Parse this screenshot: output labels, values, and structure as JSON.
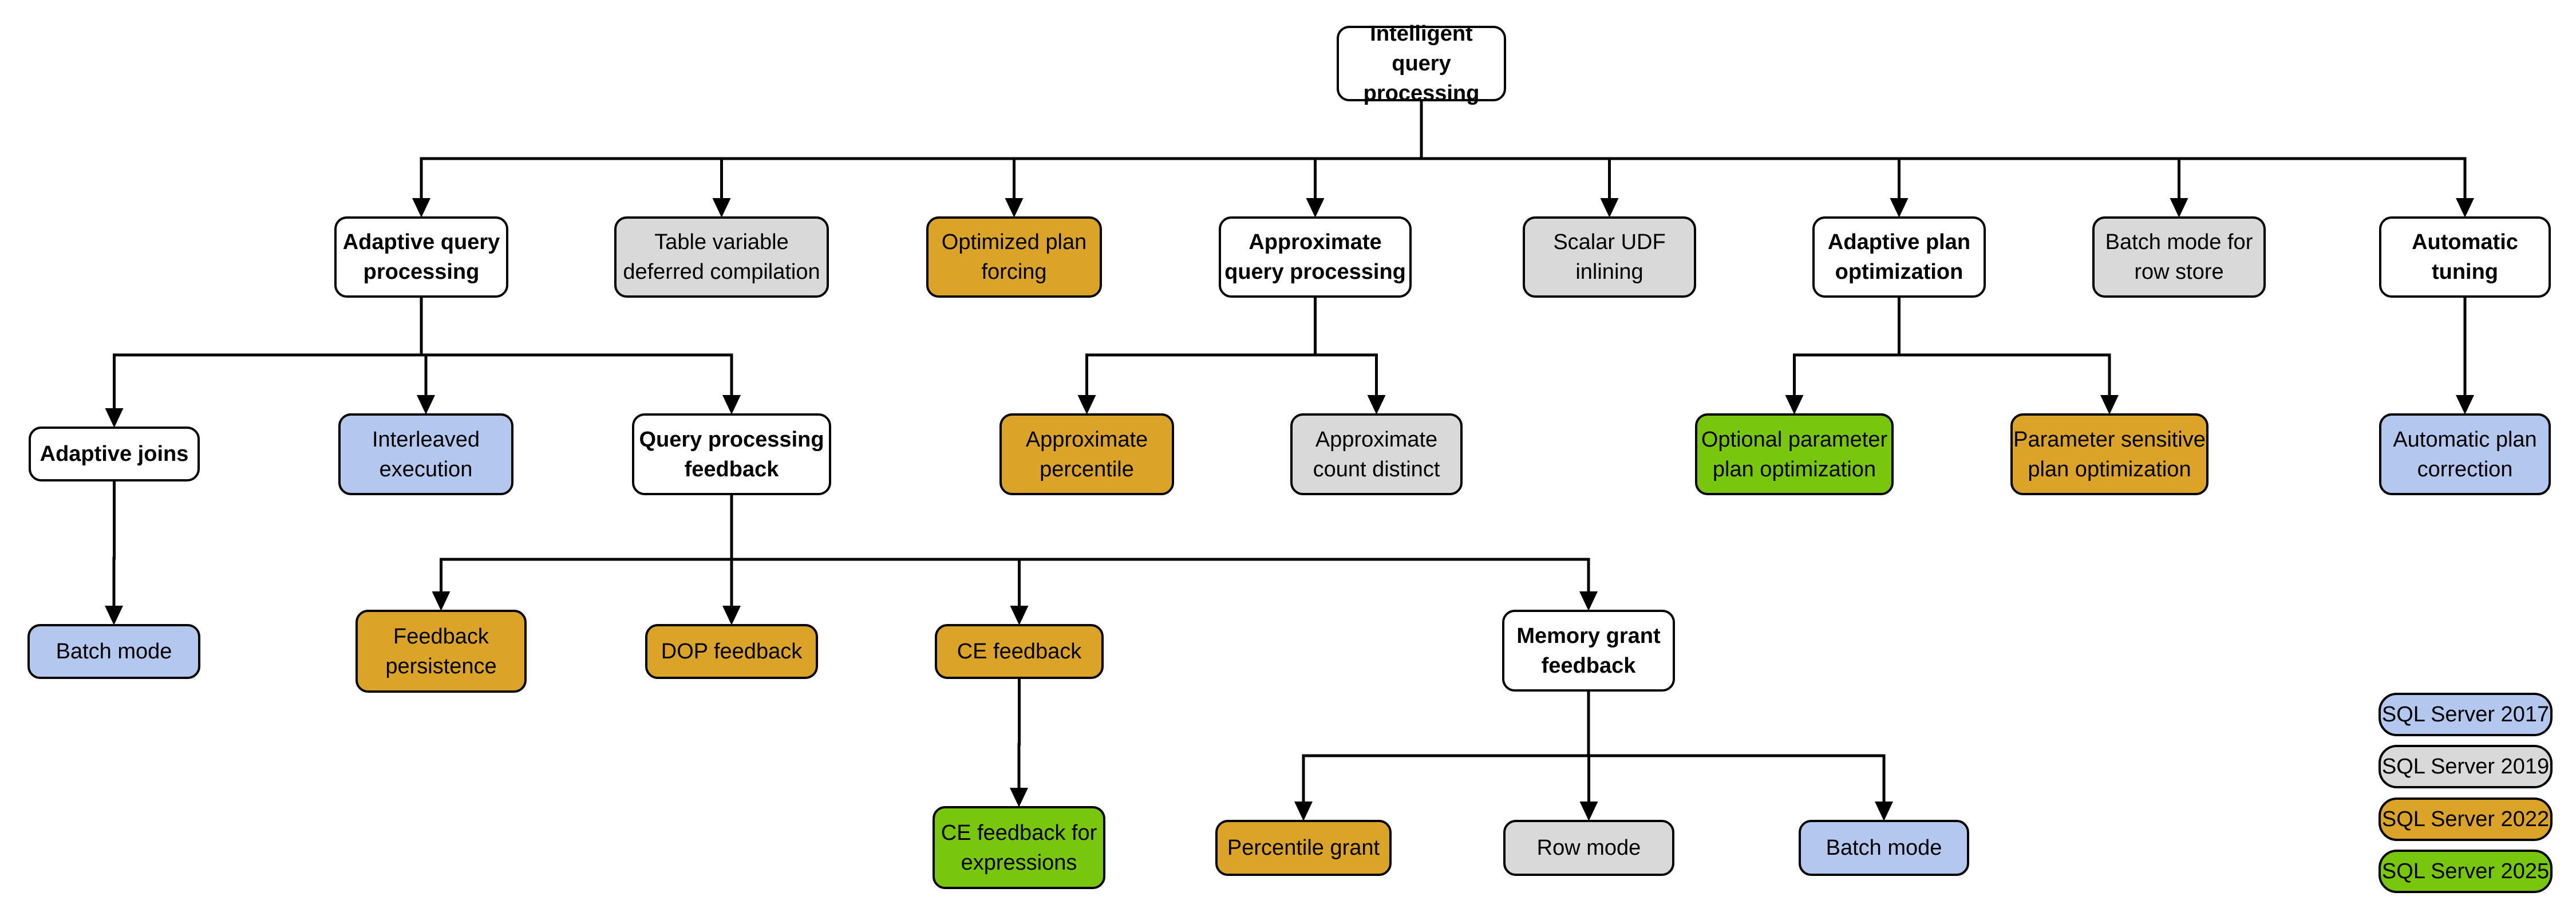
{
  "colors": {
    "sql2017_blue": "#b4c7ee",
    "sql2019_gray": "#d9d9d9",
    "sql2022_gold": "#dba428",
    "sql2025_green": "#78c60d",
    "node_white": "#ffffff",
    "line_black": "#000000"
  },
  "nodes": [
    {
      "id": "intelligent-query-processing",
      "label": "Intelligent query\nprocessing",
      "version": "none"
    },
    {
      "id": "adaptive-query-processing",
      "label": "Adaptive query\nprocessing",
      "version": "none"
    },
    {
      "id": "table-variable-deferred-compilation",
      "label": "Table variable\ndeferred compilation",
      "version": "2019"
    },
    {
      "id": "optimized-plan-forcing",
      "label": "Optimized plan\nforcing",
      "version": "2022"
    },
    {
      "id": "approximate-query-processing",
      "label": "Approximate\nquery processing",
      "version": "none"
    },
    {
      "id": "scalar-udf-inlining",
      "label": "Scalar UDF\ninlining",
      "version": "2019"
    },
    {
      "id": "adaptive-plan-optimization",
      "label": "Adaptive plan\noptimization",
      "version": "none"
    },
    {
      "id": "batch-mode-for-row-store",
      "label": "Batch mode for\nrow store",
      "version": "2019"
    },
    {
      "id": "automatic-tuning",
      "label": "Automatic\ntuning",
      "version": "none"
    },
    {
      "id": "adaptive-joins",
      "label": "Adaptive joins",
      "version": "none"
    },
    {
      "id": "interleaved-execution",
      "label": "Interleaved\nexecution",
      "version": "2017"
    },
    {
      "id": "query-processing-feedback",
      "label": "Query processing\nfeedback",
      "version": "none"
    },
    {
      "id": "approximate-percentile",
      "label": "Approximate\npercentile",
      "version": "2022"
    },
    {
      "id": "approximate-count-distinct",
      "label": "Approximate\ncount distinct",
      "version": "2019"
    },
    {
      "id": "optional-parameter-plan-optimization",
      "label": "Optional parameter\nplan optimization",
      "version": "2025"
    },
    {
      "id": "parameter-sensitive-plan-optimization",
      "label": "Parameter sensitive\nplan optimization",
      "version": "2022"
    },
    {
      "id": "automatic-plan-correction",
      "label": "Automatic plan\ncorrection",
      "version": "2017"
    },
    {
      "id": "batch-mode-adaptive-joins",
      "label": "Batch mode",
      "version": "2017"
    },
    {
      "id": "feedback-persistence",
      "label": "Feedback\npersistence",
      "version": "2022"
    },
    {
      "id": "dop-feedback",
      "label": "DOP feedback",
      "version": "2022"
    },
    {
      "id": "ce-feedback",
      "label": "CE feedback",
      "version": "2022"
    },
    {
      "id": "memory-grant-feedback",
      "label": "Memory grant\nfeedback",
      "version": "none"
    },
    {
      "id": "ce-feedback-for-expressions",
      "label": "CE feedback for\nexpressions",
      "version": "2025"
    },
    {
      "id": "percentile-grant",
      "label": "Percentile grant",
      "version": "2022"
    },
    {
      "id": "row-mode",
      "label": "Row mode",
      "version": "2019"
    },
    {
      "id": "batch-mode-memory-grant",
      "label": "Batch mode",
      "version": "2017"
    }
  ],
  "legend": {
    "items": [
      {
        "label": "SQL Server 2017",
        "version": "2017"
      },
      {
        "label": "SQL Server 2019",
        "version": "2019"
      },
      {
        "label": "SQL Server 2022",
        "version": "2022"
      },
      {
        "label": "SQL Server 2025",
        "version": "2025"
      }
    ]
  }
}
